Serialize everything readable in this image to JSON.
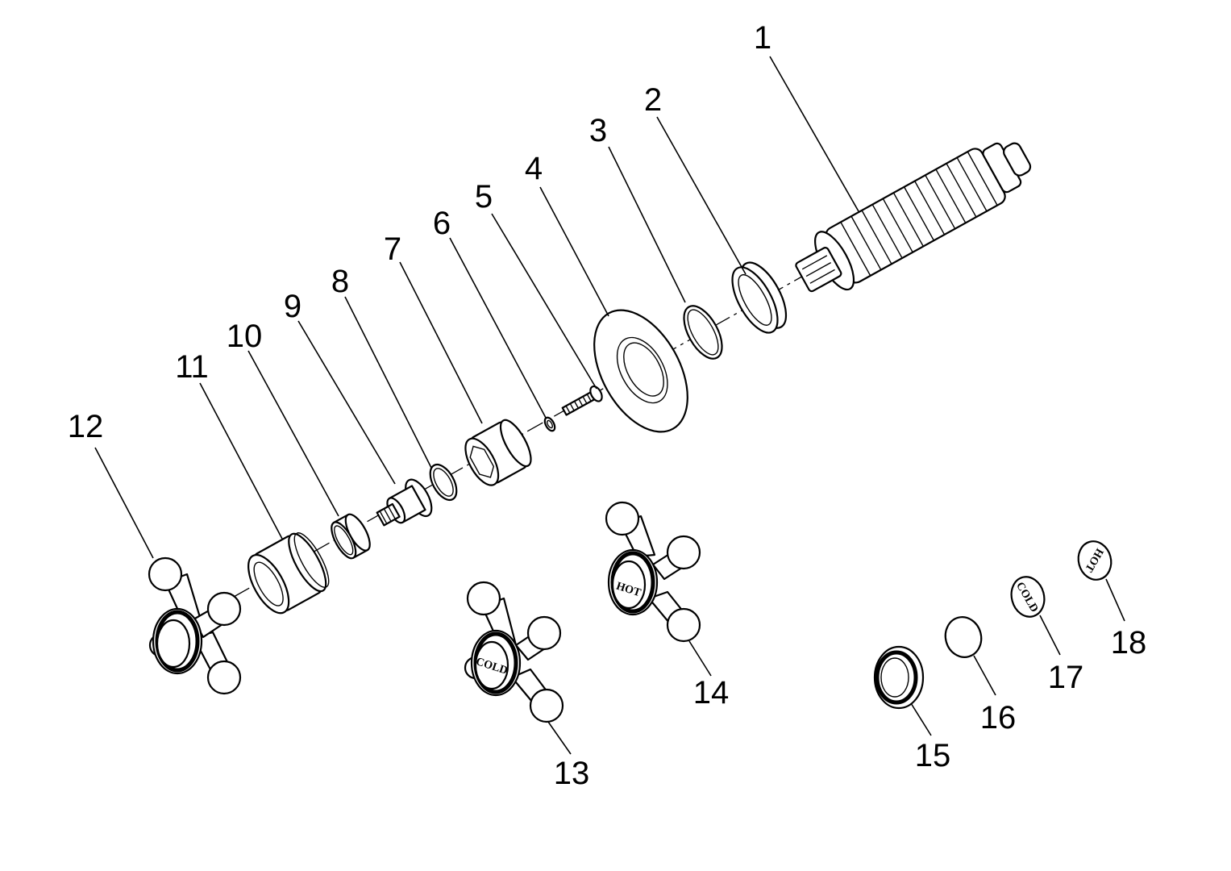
{
  "diagram": {
    "callouts": [
      "1",
      "2",
      "3",
      "4",
      "5",
      "6",
      "7",
      "8",
      "9",
      "10",
      "11",
      "12",
      "13",
      "14",
      "15",
      "16",
      "17",
      "18"
    ],
    "cap_labels": {
      "hot": "HOT",
      "cold": "COLD"
    },
    "colors": {
      "line": "#000000",
      "background": "#ffffff"
    }
  }
}
